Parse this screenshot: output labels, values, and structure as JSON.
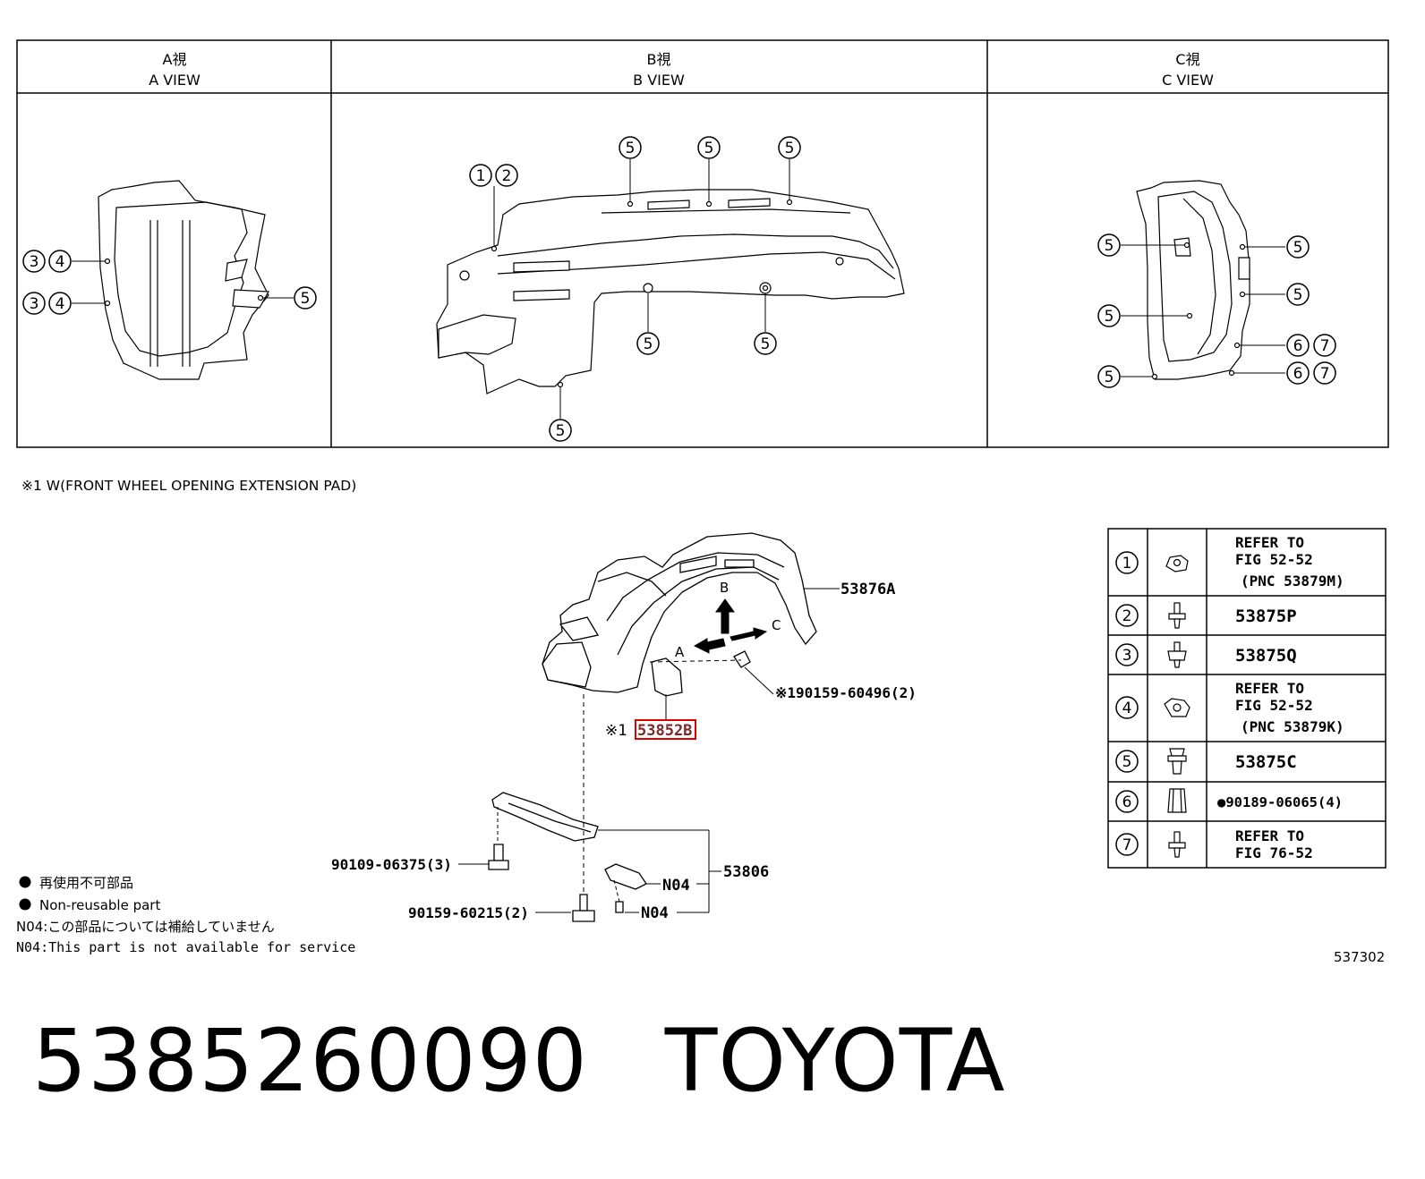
{
  "views": [
    {
      "jp": "A視",
      "en": "A VIEW"
    },
    {
      "jp": "B視",
      "en": "B VIEW"
    },
    {
      "jp": "C視",
      "en": "C VIEW"
    }
  ],
  "note_w": "※1 W(FRONT WHEEL OPENING EXTENSION PAD)",
  "callouts": {
    "n1": "1",
    "n2": "2",
    "n3": "3",
    "n4": "4",
    "n5": "5",
    "n6": "6",
    "n7": "7"
  },
  "parts": {
    "p53876A": "53876A",
    "p53852B": "53852B",
    "p53852B_prefix": "※1",
    "p190159": "※190159-60496(2)",
    "p90109": "90109-06375(3)",
    "p90159": "90159-60215(2)",
    "p53806": "53806",
    "n04": "N04",
    "dir_a": "A",
    "dir_b": "B",
    "dir_c": "C"
  },
  "legend": {
    "jp_reuse": "再使用不可部品",
    "en_reuse": "Non-reusable part",
    "n04_jp": "N04:この部品については補給していません",
    "n04_en": "N04:This part is not available for service"
  },
  "ref_table": [
    {
      "num": "1",
      "lines": [
        "REFER TO",
        "FIG 52-52",
        "(PNC 53879M)"
      ]
    },
    {
      "num": "2",
      "lines": [
        "53875P"
      ]
    },
    {
      "num": "3",
      "lines": [
        "53875Q"
      ]
    },
    {
      "num": "4",
      "lines": [
        "REFER TO",
        "FIG 52-52",
        "(PNC 53879K)"
      ]
    },
    {
      "num": "5",
      "lines": [
        "53875C"
      ]
    },
    {
      "num": "6",
      "lines": [
        "●90189-06065(4)"
      ]
    },
    {
      "num": "7",
      "lines": [
        "REFER TO",
        "FIG 76-52"
      ]
    }
  ],
  "fig_code": "537302",
  "part_number": "5385260090",
  "brand": "TOYOTA"
}
